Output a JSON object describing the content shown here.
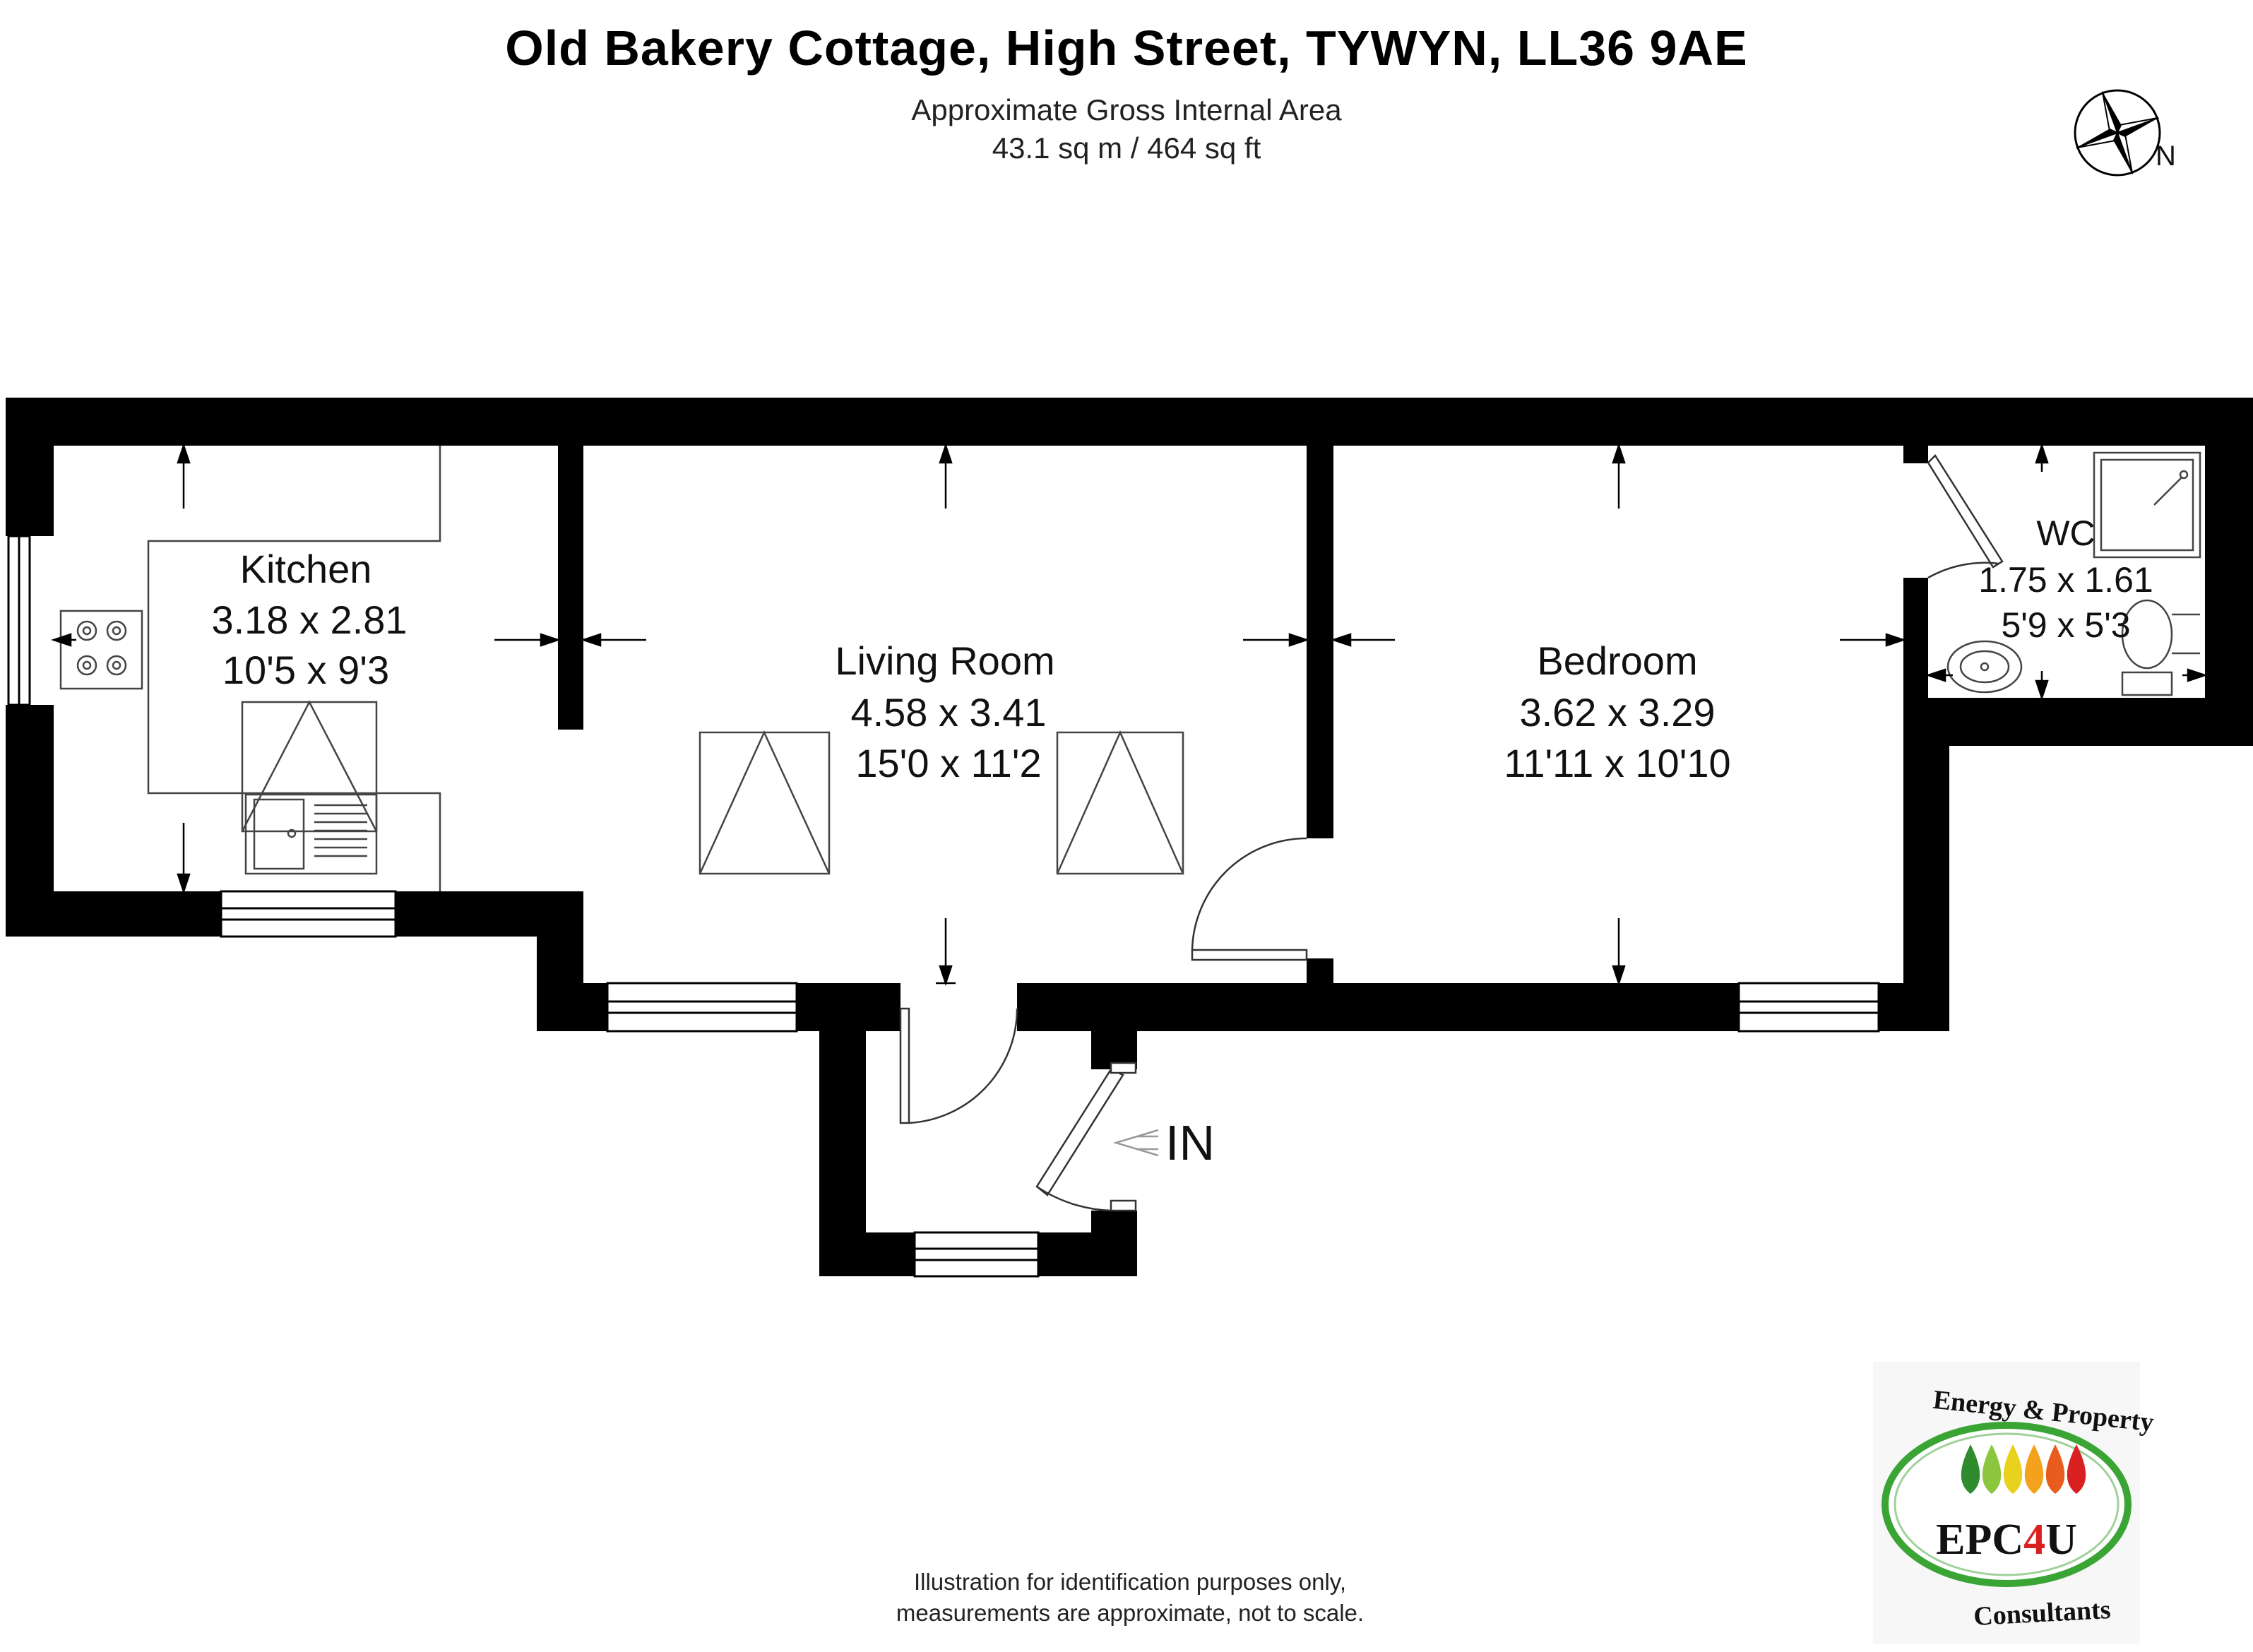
{
  "header": {
    "title": "Old Bakery Cottage, High Street, TYWYN, LL36 9AE",
    "area_label": "Approximate Gross Internal Area",
    "area_value": "43.1 sq m / 464 sq ft"
  },
  "compass": {
    "label": "N"
  },
  "rooms": {
    "kitchen": {
      "name": "Kitchen",
      "metric": "3.18 x 2.81",
      "imperial": "10'5 x 9'3"
    },
    "living": {
      "name": "Living Room",
      "metric": "4.58 x 3.41",
      "imperial": "15'0 x 11'2"
    },
    "bedroom": {
      "name": "Bedroom",
      "metric": "3.62 x 3.29",
      "imperial": "11'11 x 10'10"
    },
    "wc": {
      "name": "WC",
      "metric": "1.75 x 1.61",
      "imperial": "5'9 x 5'3"
    }
  },
  "entrance": {
    "label": "IN"
  },
  "logo": {
    "top_text": "Energy & Property",
    "brand_prefix": "EPC",
    "brand_digit": "4",
    "brand_suffix": "U",
    "bottom_text": "Consultants",
    "colors": {
      "ring": "#3aa534",
      "digit": "#d92121",
      "drops": [
        "#2e8b2e",
        "#8cc63f",
        "#e8d21d",
        "#f4a21d",
        "#e85d1d",
        "#d92121"
      ]
    }
  },
  "footer": {
    "line1": "Illustration for identification purposes only,",
    "line2": "measurements are approximate, not to scale."
  }
}
